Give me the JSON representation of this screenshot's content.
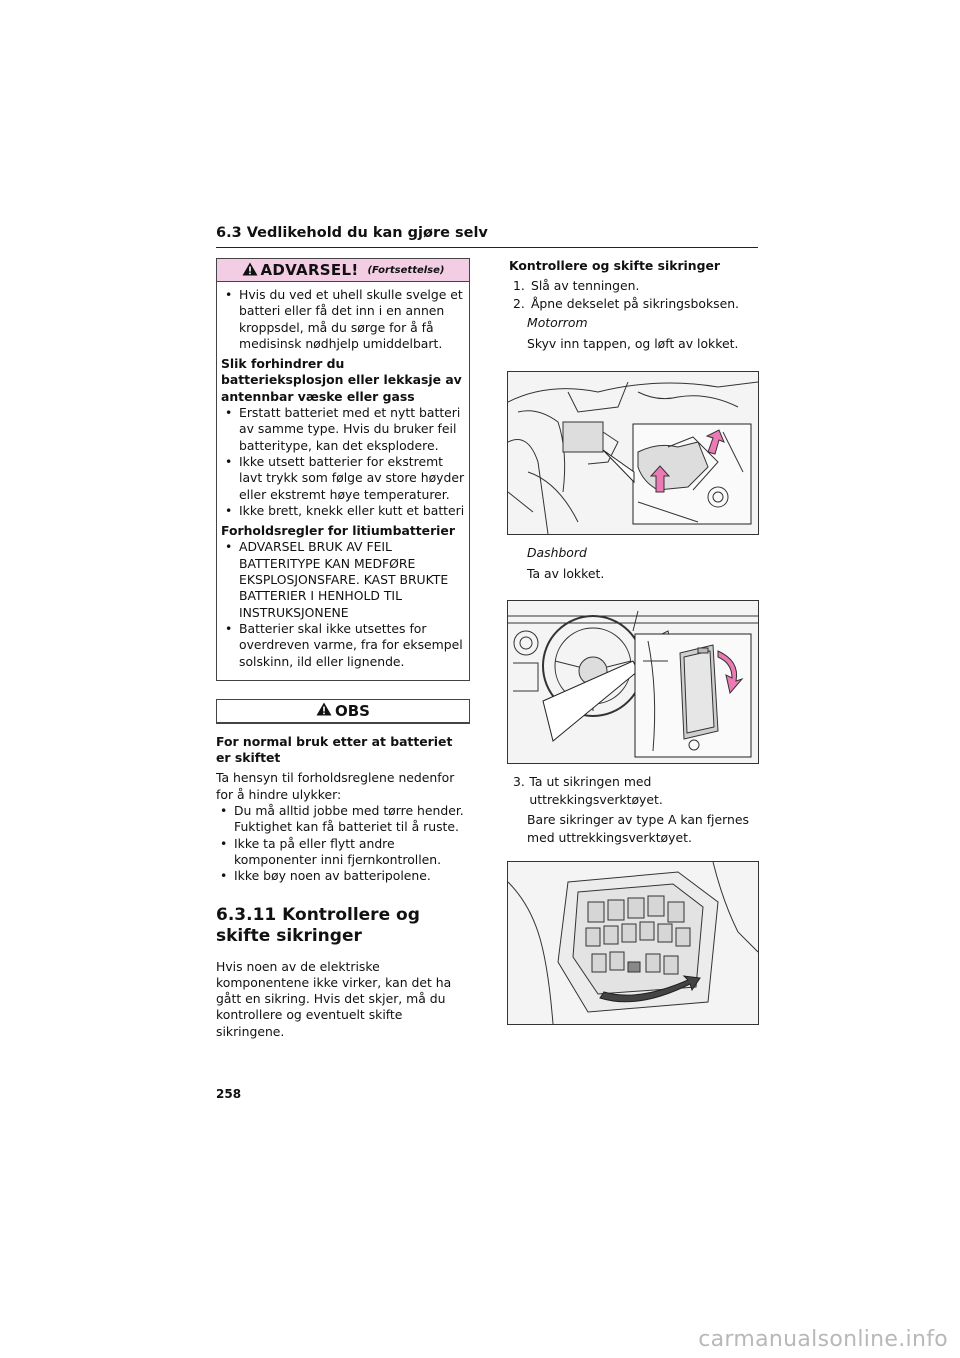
{
  "header": {
    "title": "6.3 Vedlikehold du kan gjøre selv"
  },
  "warning": {
    "title": "ADVARSEL!",
    "subtitle": "(Fortsettelse)",
    "intro_bullets": [
      "Hvis du ved et uhell skulle svelge et batteri eller få det inn i en annen kroppsdel, må du sørge for å få medisinsk nødhjelp umiddelbart."
    ],
    "sub1_title": "Slik forhindrer du batterieksplosjon eller lekkasje av antennbar væske eller gass",
    "sub1_bullets": [
      "Erstatt batteriet med et nytt batteri av samme type. Hvis du bruker feil batteritype, kan det eksplodere.",
      "Ikke utsett batterier for ekstremt lavt trykk som følge av store høyder eller ekstremt høye temperaturer.",
      "Ikke brett, knekk eller kutt et batteri"
    ],
    "sub2_title": "Forholdsregler for litiumbatterier",
    "sub2_bullets": [
      "ADVARSEL BRUK AV FEIL BATTERITYPE KAN MEDFØRE EKSPLOSJONSFARE. KAST BRUKTE BATTERIER I HENHOLD TIL INSTRUKSJONENE",
      "Batterier skal ikke utsettes for overdreven varme, fra for eksempel solskinn, ild eller lignende."
    ]
  },
  "obs": {
    "title": "OBS",
    "subtitle": "For normal bruk etter at batteriet er skiftet",
    "text": "Ta hensyn til forholdsreglene nedenfor for å hindre ulykker:",
    "bullets": [
      "Du må alltid jobbe med tørre hender. Fuktighet kan få batteriet til å ruste.",
      "Ikke ta på eller flytt andre komponenter inni fjernkontrollen.",
      "Ikke bøy noen av batteripolene."
    ]
  },
  "section": {
    "title": "6.3.11 Kontrollere og skifte sikringer",
    "body": "Hvis noen av de elektriske komponentene ikke virker, kan det ha gått en sikring. Hvis det skjer, må du kontrollere og eventuelt skifte sikringene."
  },
  "right": {
    "title": "Kontrollere og skifte sikringer",
    "step1": "Slå av tenningen.",
    "step2": "Åpne dekselet på sikringsboksen.",
    "motorrom_label": "Motorrom",
    "motorrom_text": "Skyv inn tappen, og løft av lokket.",
    "dashbord_label": "Dashbord",
    "dashbord_text": "Ta av lokket.",
    "step3": "Ta ut sikringen med uttrekkingsverktøyet.",
    "step3_note": "Bare sikringer av type A kan fjernes med uttrekkingsverktøyet.",
    "num1": "1.",
    "num2": "2.",
    "num3": "3."
  },
  "page_number": "258",
  "watermark": "carmanualsonline.info",
  "colors": {
    "warning_header": "#f3cde3"
  }
}
